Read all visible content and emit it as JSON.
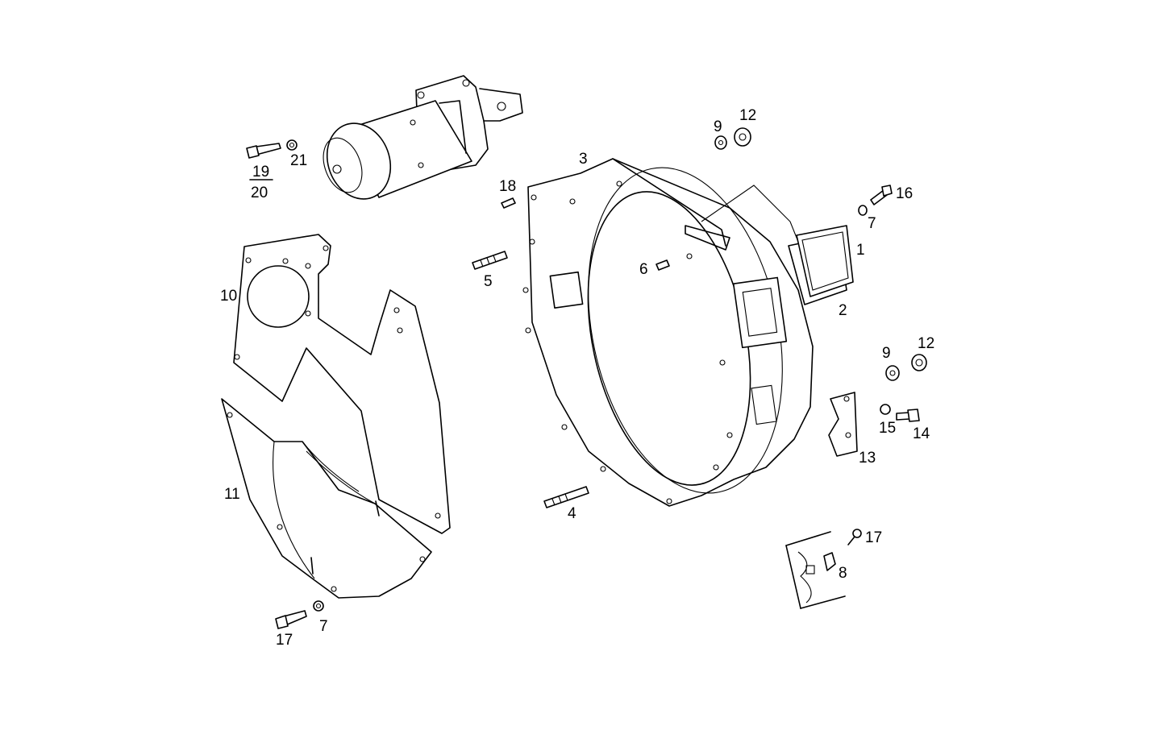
{
  "labels": {
    "l1": "1",
    "l2": "2",
    "l3": "3",
    "l4": "4",
    "l5": "5",
    "l6": "6",
    "l7a": "7",
    "l7b": "7",
    "l8": "8",
    "l9a": "9",
    "l9b": "9",
    "l10": "10",
    "l11": "11",
    "l12a": "12",
    "l12b": "12",
    "l13": "13",
    "l14": "14",
    "l15": "15",
    "l16": "16",
    "l17a": "17",
    "l17b": "17",
    "l18": "18",
    "l19": "19",
    "l20": "20",
    "l21": "21"
  }
}
